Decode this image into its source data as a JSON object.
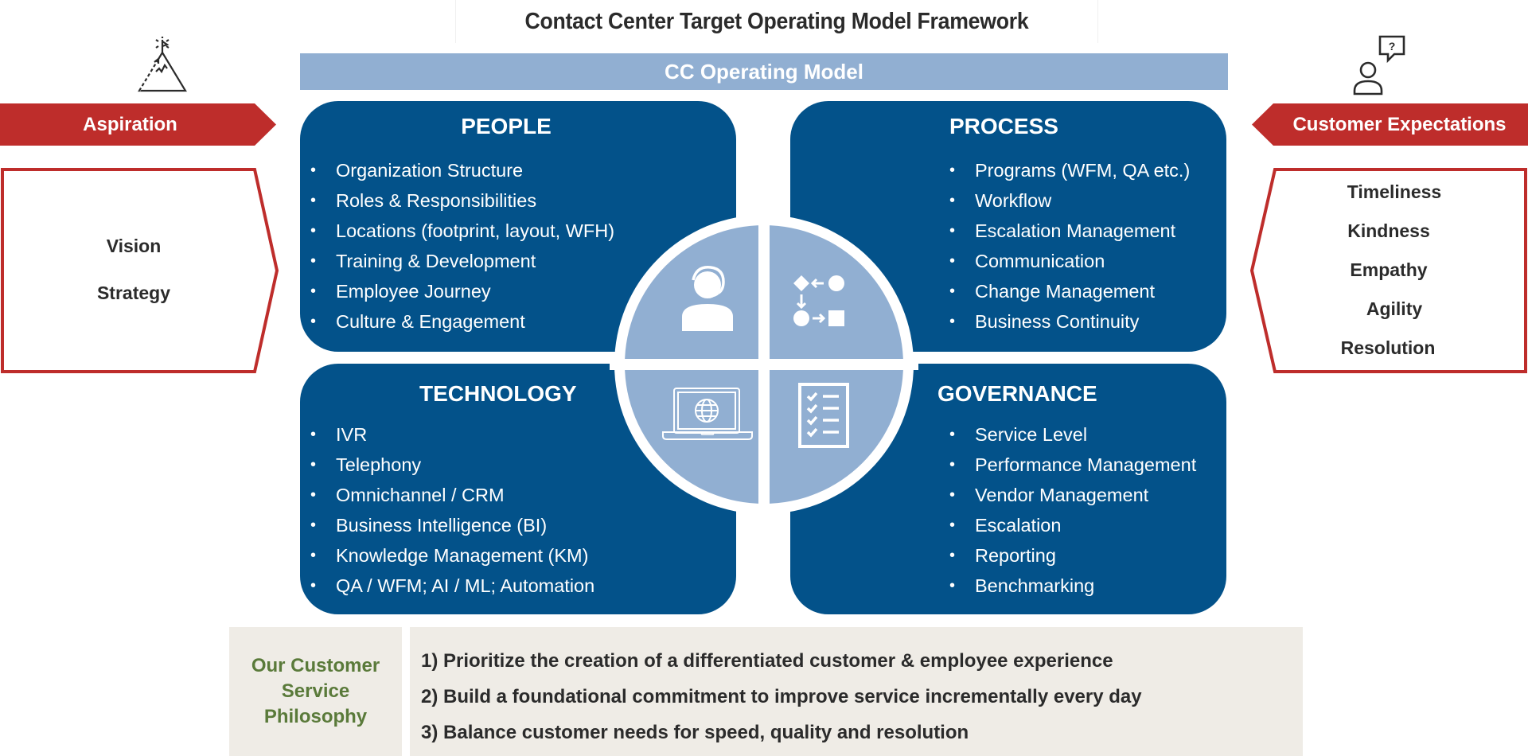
{
  "header": {
    "title": "Contact Center Target Operating Model Framework",
    "banner": "CC Operating Model"
  },
  "colors": {
    "quadrant_blue": "#03528a",
    "light_blue": "#91afd2",
    "accent_red": "#be2d2b",
    "philosophy_bg": "#efece6",
    "philosophy_label": "#5a7a3a",
    "text_dark": "#2b2b2b"
  },
  "aspiration": {
    "icon": "mountain-flag-icon",
    "label": "Aspiration",
    "items": [
      "Vision",
      "Strategy"
    ]
  },
  "customer_expectations": {
    "icon": "person-question-icon",
    "label": "Customer Expectations",
    "items": [
      "Timeliness",
      "Kindness",
      "Empathy",
      "Agility",
      "Resolution"
    ]
  },
  "quadrants": {
    "people": {
      "title": "PEOPLE",
      "icon": "agent-headset-icon",
      "items": [
        "Organization Structure",
        "Roles & Responsibilities",
        "Locations (footprint, layout, WFH)",
        "Training & Development",
        "Employee Journey",
        "Culture & Engagement"
      ]
    },
    "process": {
      "title": "PROCESS",
      "icon": "process-flow-icon",
      "items": [
        "Programs (WFM, QA etc.)",
        "Workflow",
        "Escalation Management",
        "Communication",
        "Change Management",
        "Business Continuity"
      ]
    },
    "technology": {
      "title": "TECHNOLOGY",
      "icon": "laptop-globe-icon",
      "items": [
        "IVR",
        "Telephony",
        "Omnichannel / CRM",
        "Business Intelligence (BI)",
        "Knowledge Management (KM)",
        "QA / WFM; AI / ML; Automation"
      ]
    },
    "governance": {
      "title": "GOVERNANCE",
      "icon": "checklist-icon",
      "items": [
        "Service Level",
        "Performance Management",
        "Vendor Management",
        "Escalation",
        "Reporting",
        "Benchmarking"
      ]
    }
  },
  "philosophy": {
    "label_lines": [
      "Our Customer",
      "Service",
      "Philosophy"
    ],
    "items": [
      "1) Prioritize the creation of a differentiated customer & employee experience",
      "2) Build a foundational commitment to improve service incrementally every day",
      "3) Balance customer needs for speed, quality and resolution"
    ]
  }
}
